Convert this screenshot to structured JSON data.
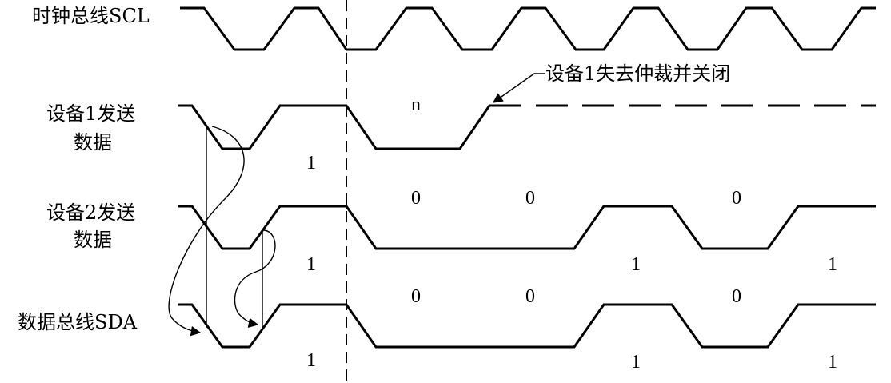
{
  "labels": {
    "scl": "时钟总线SCL",
    "dev1_line1": "设备1发送",
    "dev1_line2": "数据",
    "dev2_line1": "设备2发送",
    "dev2_line2": "数据",
    "sda": "数据总线SDA",
    "annotation": "设备1失去仲裁并关闭"
  },
  "bits": {
    "dev1": [
      "n",
      "1"
    ],
    "dev2": [
      "0",
      "0",
      "0",
      "1",
      "1",
      "1"
    ],
    "sda": [
      "0",
      "0",
      "0",
      "1",
      "1",
      "1"
    ]
  },
  "colors": {
    "line": "#000000",
    "background": "#ffffff"
  }
}
